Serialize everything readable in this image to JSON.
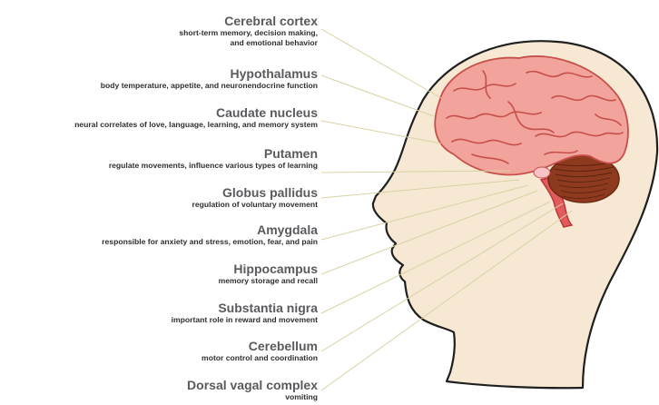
{
  "regions": [
    {
      "name": "Cerebral cortex",
      "description_lines": [
        "short-term memory, decision making,",
        "and emotional behavior"
      ]
    },
    {
      "name": "Hypothalamus",
      "description_lines": [
        "body temperature, appetite, and neuronendocrine function"
      ]
    },
    {
      "name": "Caudate nucleus",
      "description_lines": [
        "neural correlates of love, language, learning, and memory system"
      ]
    },
    {
      "name": "Putamen",
      "description_lines": [
        "regulate movements, influence various types of learning"
      ]
    },
    {
      "name": "Globus pallidus",
      "description_lines": [
        "regulation of voluntary movement"
      ]
    },
    {
      "name": "Amygdala",
      "description_lines": [
        "responsible for anxiety and stress, emotion, fear, and pain"
      ]
    },
    {
      "name": "Hippocampus",
      "description_lines": [
        "memory storage and recall"
      ]
    },
    {
      "name": "Substantia nigra",
      "description_lines": [
        "important role in reward and movement"
      ]
    },
    {
      "name": "Cerebellum",
      "description_lines": [
        "motor control and coordination"
      ]
    },
    {
      "name": "Dorsal vagal complex",
      "description_lines": [
        "vomiting"
      ]
    }
  ],
  "colors": {
    "head_fill": "#f6e8d3",
    "head_stroke": "#1f1f1f",
    "brain_fill": "#f1a39c",
    "brain_stroke": "#c65049",
    "cerebellum_fill": "#8e3a1f",
    "brainstem_fill": "#e35a5c",
    "leader_line": "#d9d2a3",
    "region_name": "#5a5a5e",
    "region_description": "#2f2f33"
  }
}
